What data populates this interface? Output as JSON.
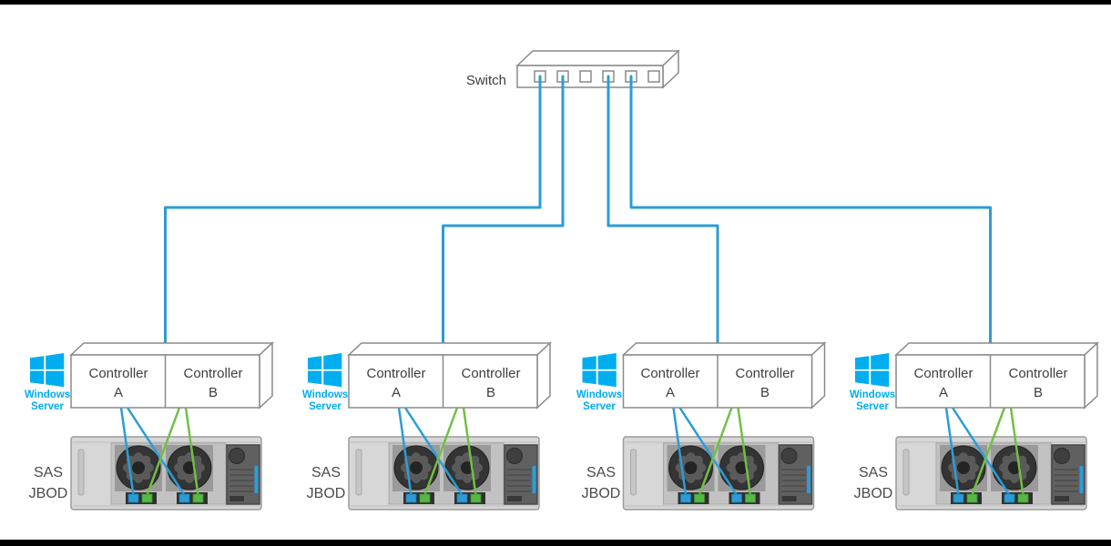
{
  "colors": {
    "cable_blue": "#2b9cd8",
    "cable_green": "#71bf44",
    "windows_blue": "#00adef",
    "chassis_gray": "#d7d7d7",
    "outline_gray": "#8a8a8a",
    "label_gray": "#3f3f3f"
  },
  "switch": {
    "label": "Switch",
    "port_count": 6,
    "uplinks": 4
  },
  "groups": [
    {
      "os": {
        "line1": "Windows",
        "line2": "Server"
      },
      "controllers": [
        {
          "line1": "Controller",
          "line2": "A",
          "cable_color": "blue"
        },
        {
          "line1": "Controller",
          "line2": "B",
          "cable_color": "green"
        }
      ],
      "storage": {
        "line1": "SAS",
        "line2": "JBOD"
      }
    },
    {
      "os": {
        "line1": "Windows",
        "line2": "Server"
      },
      "controllers": [
        {
          "line1": "Controller",
          "line2": "A",
          "cable_color": "blue"
        },
        {
          "line1": "Controller",
          "line2": "B",
          "cable_color": "green"
        }
      ],
      "storage": {
        "line1": "SAS",
        "line2": "JBOD"
      }
    },
    {
      "os": {
        "line1": "Windows",
        "line2": "Server"
      },
      "controllers": [
        {
          "line1": "Controller",
          "line2": "A",
          "cable_color": "blue"
        },
        {
          "line1": "Controller",
          "line2": "B",
          "cable_color": "green"
        }
      ],
      "storage": {
        "line1": "SAS",
        "line2": "JBOD"
      }
    },
    {
      "os": {
        "line1": "Windows",
        "line2": "Server"
      },
      "controllers": [
        {
          "line1": "Controller",
          "line2": "A",
          "cable_color": "blue"
        },
        {
          "line1": "Controller",
          "line2": "B",
          "cable_color": "green"
        }
      ],
      "storage": {
        "line1": "SAS",
        "line2": "JBOD"
      }
    }
  ],
  "connections": {
    "switch_to_units": 4,
    "controller_a_to_jbod_cables": 2,
    "controller_b_to_jbod_cables": 2
  }
}
